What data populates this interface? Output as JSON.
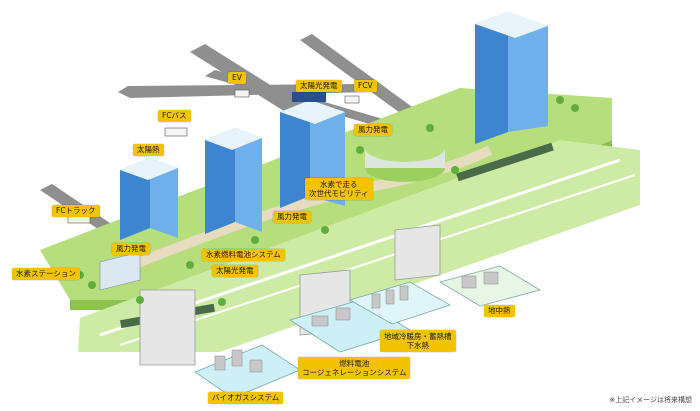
{
  "colors": {
    "label_bg": "#f2c300",
    "ground": "#a8d86a",
    "track": "#cfeaa8",
    "road": "#8c8c8c",
    "tower": "#3d8fd6"
  },
  "labels": {
    "ev": "EV",
    "solar_top": "太陽光発電",
    "fcv": "FCV",
    "fc_bus": "FCバス",
    "solar_heat": "太陽熱",
    "wind_top": "風力発電",
    "mobility": "水素で走る\n次世代モビリティ",
    "fc_truck": "FCトラック",
    "wind_mid": "風力発電",
    "wind_left": "風力発電",
    "h2_fuelcell": "水素燃料電池システム",
    "h2_station": "水素ステーション",
    "solar_low": "太陽光発電",
    "geothermal": "地中熱",
    "district": "地域冷暖房・蓄熱槽\n下水熱",
    "cogeneration": "燃料電池\nコージェネレーションシステム",
    "biogas": "バイオガスシステム"
  },
  "footnote": "※上記イメージは将来構想"
}
